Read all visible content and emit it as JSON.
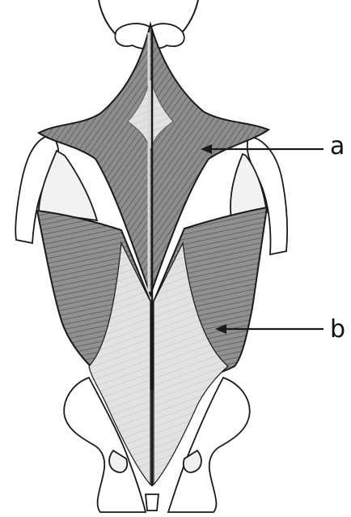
{
  "figure": {
    "labels": [
      {
        "id": "a",
        "text": "a"
      },
      {
        "id": "b",
        "text": "b"
      }
    ]
  },
  "colors": {
    "outline": "#1a1a1a",
    "muscle": "#8d8d8d",
    "aponeurosis": "#e0e0e0",
    "bone": "#ffffff"
  }
}
